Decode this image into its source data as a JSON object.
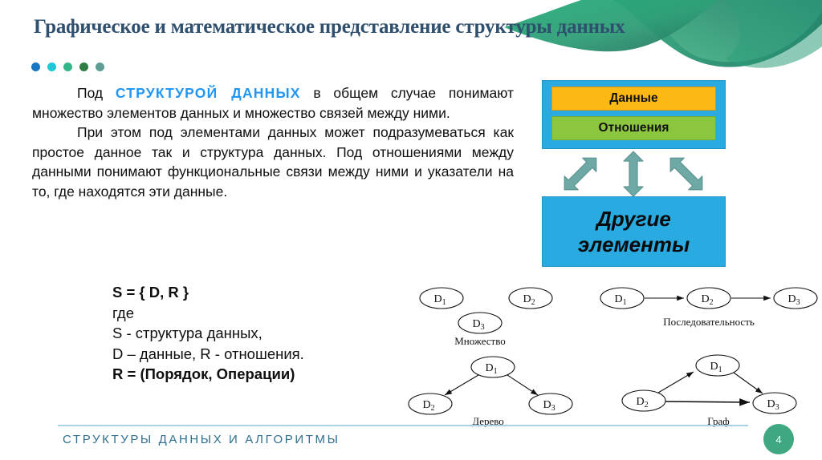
{
  "slide": {
    "title": "Графическое и математическое представление структуры данных",
    "dot_colors": [
      "#1a78c2",
      "#1fc8d6",
      "#35b58a",
      "#2f7d45",
      "#5f9e94"
    ],
    "accent_blue": "#2196f3",
    "title_color": "#2e4f6e"
  },
  "body": {
    "paragraph1_before": "Под ",
    "paragraph1_highlight": "СТРУКТУРОЙ ДАННЫХ",
    "paragraph1_after": " в общем случае понимают множество элементов данных и множество связей между ними.",
    "paragraph2": "При этом под элементами данных может подразумеваться как простое данное так и структура данных. Под отношениями между данными понимают функциональные связи между ними и указатели на то, где находятся эти данные."
  },
  "formula": {
    "line1": "S = { D, R }",
    "line2": "где",
    "line3": "S - структура данных,",
    "line4": "D – данные, R - отношения.",
    "line5": "R = (Порядок, Операции)"
  },
  "structure_diagram": {
    "data_label": "Данные",
    "relations_label": "Отношения",
    "other_label_line1": "Другие",
    "other_label_line2": "элементы",
    "colors": {
      "box": "#29ABE2",
      "data_bar": "#FDB913",
      "relations_bar": "#8CC63F",
      "arrow": "#6FA9A6"
    }
  },
  "graph_diagrams": [
    {
      "name": "Множество",
      "nodes": [
        "D1",
        "D2",
        "D3"
      ],
      "edges": []
    },
    {
      "name": "Последовательность",
      "nodes": [
        "D1",
        "D2",
        "D3"
      ],
      "edges": [
        "D1->D2",
        "D2->D3"
      ]
    },
    {
      "name": "Дерево",
      "nodes": [
        "D1",
        "D2",
        "D3"
      ],
      "edges": [
        "D1->D2",
        "D1->D3"
      ]
    },
    {
      "name": "Граф",
      "nodes": [
        "D1",
        "D2",
        "D3"
      ],
      "edges": [
        "D2->D1",
        "D1->D3",
        "D2->D3"
      ]
    }
  ],
  "node_labels": {
    "d1_base": "D",
    "d1_sub": "1",
    "d2_sub": "2",
    "d3_sub": "3"
  },
  "footer": {
    "text": "СТРУКТУРЫ ДАННЫХ И АЛГОРИТМЫ",
    "page_number": "4",
    "line_color": "#a8d2e5",
    "circle_color": "#3fa880"
  }
}
